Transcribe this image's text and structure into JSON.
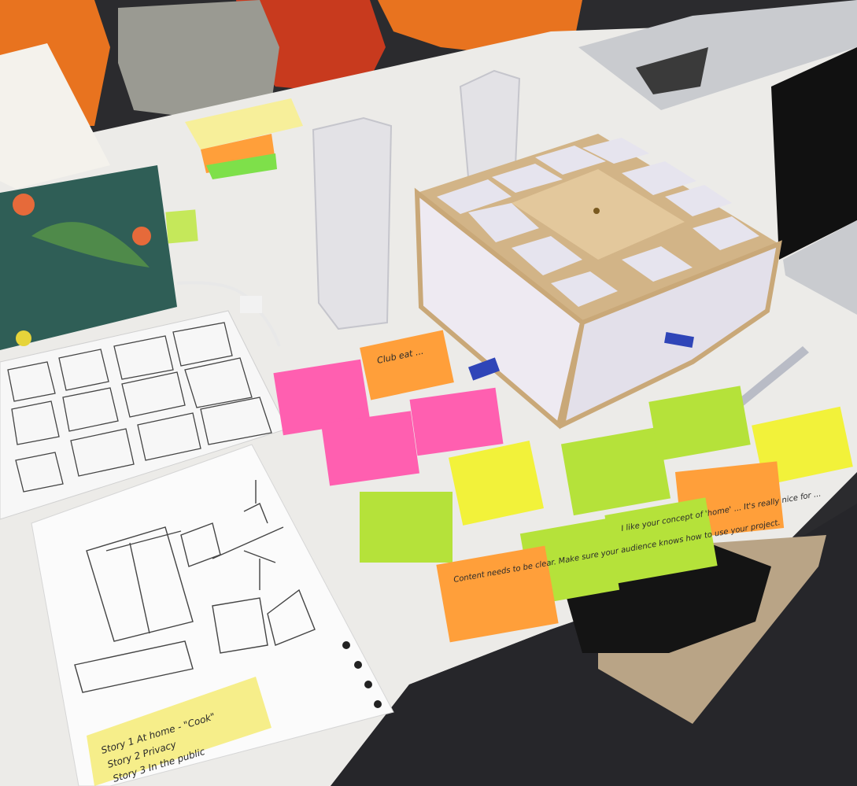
{
  "scene": {
    "description_free": true,
    "palette": {
      "floor": "#2b2b2e",
      "table": "#ecebe8",
      "wood": "#c9a878",
      "panel": "#e6e4ee",
      "note_pink": "#ff5fb0",
      "note_orange": "#ff9f3a",
      "note_yellow": "#f2f23a",
      "note_green": "#b5e23a",
      "laptop_silver": "#c9cbcf",
      "chair_red": "#c83a1e",
      "chair_orange": "#e8731f",
      "tape_blue": "#2f45b8"
    }
  },
  "notes": {
    "pink_1": "",
    "orange_1": "Club eat ...",
    "pink_2": "",
    "pink_3": "",
    "yellow_1": "",
    "green_1": "",
    "green_2": "",
    "green_3": "",
    "yellow_2": "",
    "orange_2": "",
    "orange_3": "Content needs to be clear. Make sure your audience knows how to use your project.",
    "green_4": "I like your concept of 'home' ... It's really nice for ...",
    "green_5": ""
  },
  "sketch_label": {
    "line1": "Story 1   At home - \"Cook\"",
    "line2": "Story 2   Privacy",
    "line3": "Story 3   In the public"
  }
}
